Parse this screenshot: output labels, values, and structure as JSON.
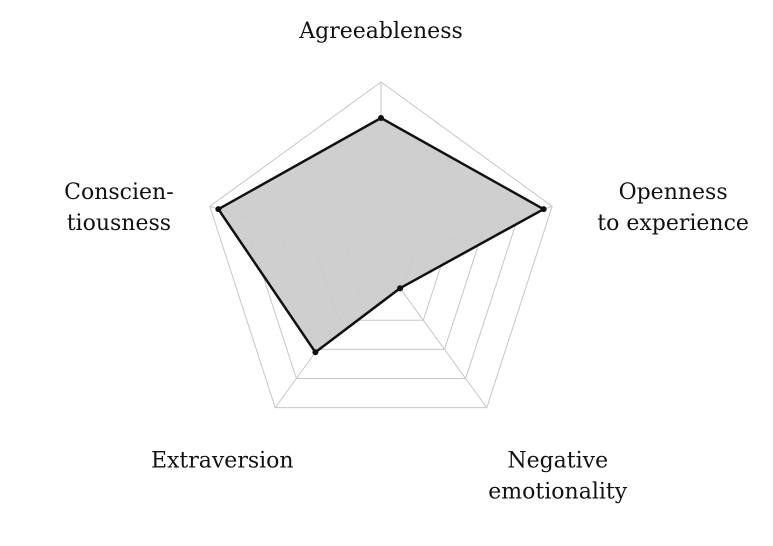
{
  "chart_data": {
    "type": "radar",
    "axes": [
      {
        "label_lines": [
          "Agreeableness"
        ],
        "value": 0.8
      },
      {
        "label_lines": [
          "Openness",
          "to experience"
        ],
        "value": 0.95
      },
      {
        "label_lines": [
          "Negative",
          "emotionality"
        ],
        "value": 0.18
      },
      {
        "label_lines": [
          "Extraversion"
        ],
        "value": 0.62
      },
      {
        "label_lines": [
          "Conscien-",
          "tiousness"
        ],
        "value": 0.95
      }
    ],
    "range": [
      0,
      1
    ],
    "grid_levels": 5,
    "grid": true,
    "colors": {
      "fill": "#cccccc",
      "stroke": "#111111",
      "grid": "#c6c6c6"
    }
  }
}
